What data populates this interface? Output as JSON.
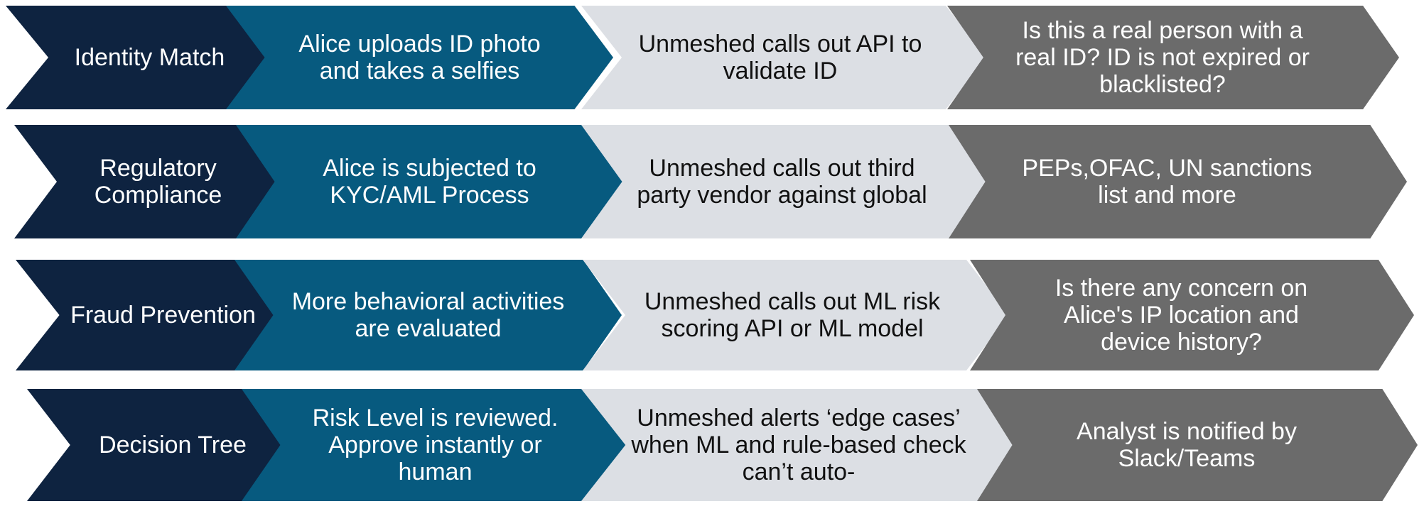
{
  "rows": [
    {
      "stage": "Identity Match",
      "action": "Alice uploads ID photo and takes a selfies",
      "system": "Unmeshed calls out API to validate ID",
      "check": "Is this a real person with a real ID? ID is not expired or blacklisted?"
    },
    {
      "stage": "Regulatory Compliance",
      "action": "Alice is subjected to KYC/AML Process",
      "system": "Unmeshed calls out third party vendor against global",
      "check": "PEPs,OFAC, UN sanctions list  and more"
    },
    {
      "stage": "Fraud Prevention",
      "action": "More behavioral activities are evaluated",
      "system": "Unmeshed calls out ML risk scoring API or ML model",
      "check": "Is there any concern on Alice's IP location and device history?"
    },
    {
      "stage": "Decision Tree",
      "action": "Risk Level is reviewed. Approve instantly or human",
      "system": "Unmeshed alerts ‘edge cases’ when ML and rule-based check can’t auto-",
      "check": "Analyst is notified by Slack/Teams"
    }
  ],
  "colors": {
    "stage": "#0e2340",
    "action": "#075a7f",
    "system": "#dcdfe4",
    "check": "#6b6b6b"
  }
}
